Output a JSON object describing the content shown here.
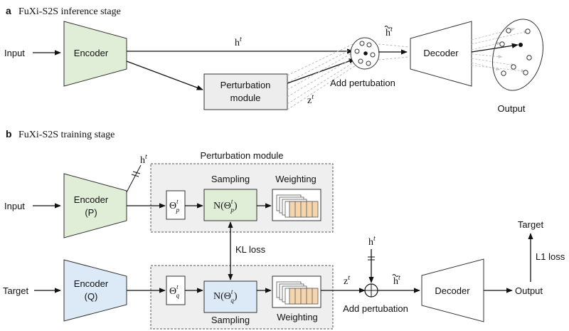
{
  "panel_a": {
    "letter": "a",
    "title": "FuXi-S2S inference stage",
    "input": "Input",
    "encoder": "Encoder",
    "h_sym": "h",
    "h_sup": "t",
    "perturbation": [
      "Perturbation",
      "module"
    ],
    "z_sym": "z",
    "z_sup": "t",
    "add": "Add pertubation",
    "htilde_sym": "h",
    "htilde_sup": "t",
    "decoder": "Decoder",
    "output": "Output"
  },
  "panel_b": {
    "letter": "b",
    "title": "FuXi-S2S training stage",
    "perturbation_title": "Perturbation module",
    "input": "Input",
    "target_in": "Target",
    "encoder_p": [
      "Encoder",
      "(P)"
    ],
    "encoder_q": [
      "Encoder",
      "(Q)"
    ],
    "h_sym": "h",
    "h_sup": "t",
    "sampling": "Sampling",
    "weighting": "Weighting",
    "theta": "Θ",
    "theta_sup": "t",
    "sub_p": "p",
    "sub_q": "q",
    "normal": "N(Θ",
    "normal_close": ")",
    "kl": "KL loss",
    "z_sym": "z",
    "z_sup": "t",
    "htilde_sym": "h",
    "htilde_sup": "t",
    "add": "Add pertubation",
    "decoder": "Decoder",
    "output": "Output",
    "target_out": "Target",
    "l1": "L1 loss"
  },
  "colors": {
    "encoder_green": "#e0eed8",
    "encoder_blue": "#dbeaf6",
    "module_gray": "#ededed",
    "weight_orange": "#f5d5ae"
  }
}
